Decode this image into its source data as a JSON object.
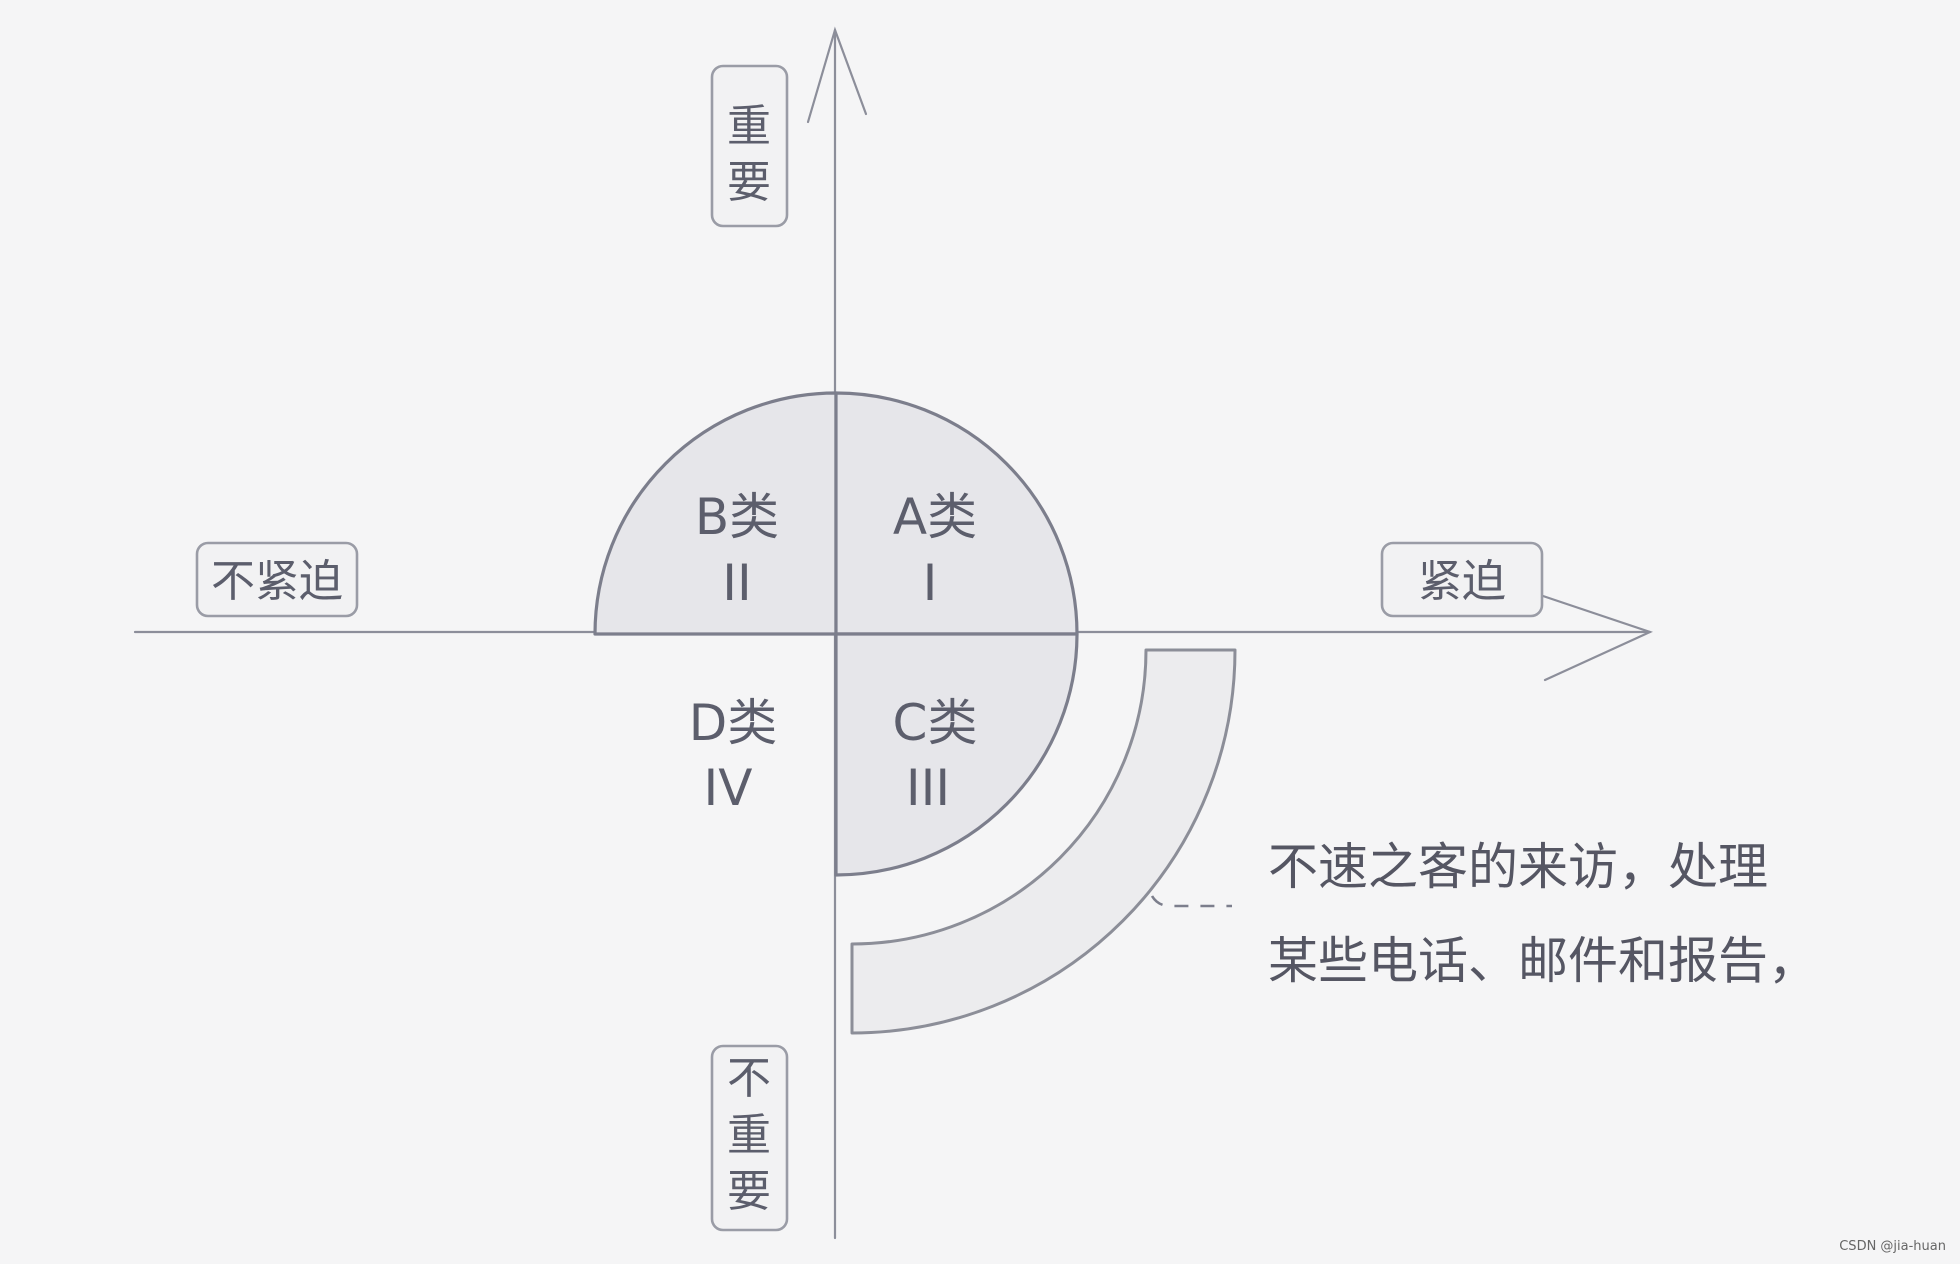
{
  "axes": {
    "top": [
      "重",
      "要"
    ],
    "bottom": [
      "不",
      "重",
      "要"
    ],
    "left": "不紧迫",
    "right": "紧迫"
  },
  "quadrants": {
    "a": {
      "name": "A类",
      "numeral": "I"
    },
    "b": {
      "name": "B类",
      "numeral": "II"
    },
    "c": {
      "name": "C类",
      "numeral": "III"
    },
    "d": {
      "name": "D类",
      "numeral": "IV"
    }
  },
  "annotation": {
    "line1": "不速之客的来访，处理",
    "line2": "某些电话、邮件和报告，"
  },
  "watermark": "CSDN @jia-huan",
  "colors": {
    "background": "#f5f5f6",
    "quadrant_fill": "#e6e6ea",
    "outline": "#7c7e8c",
    "text": "#5c5e6c"
  }
}
